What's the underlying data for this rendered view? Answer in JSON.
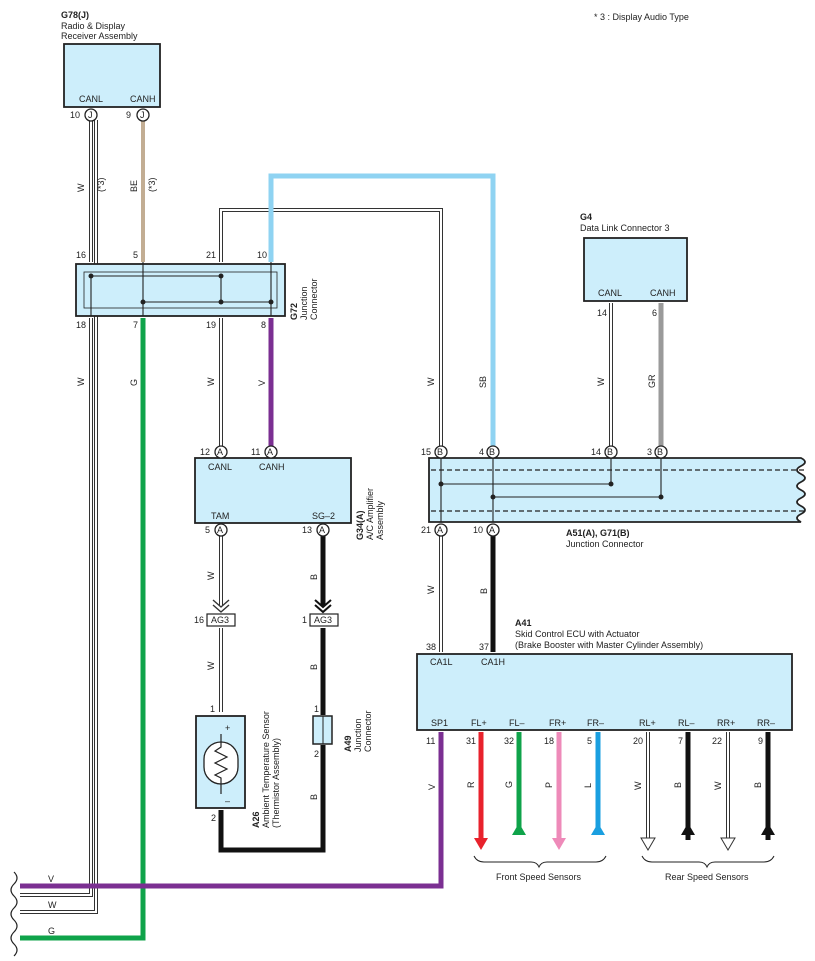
{
  "note": "* 3 : Display Audio Type",
  "components": {
    "g78": {
      "code": "G78(J)",
      "name1": "Radio & Display",
      "name2": "Receiver Assembly",
      "pin_canl": "CANL",
      "pin_canh": "CANH"
    },
    "g72": {
      "code": "G72",
      "name1": "Junction",
      "name2": "Connector"
    },
    "g4": {
      "code": "G4",
      "name1": "Data Link Connector 3",
      "pin_canl": "CANL",
      "pin_canh": "CANH"
    },
    "g34": {
      "code": "G34(A)",
      "name1": "A/C Amplifier",
      "name2": "Assembly",
      "pin_canl": "CANL",
      "pin_canh": "CANH",
      "pin_tam": "TAM",
      "pin_sg2": "SG–2"
    },
    "a51": {
      "code": "A51(A), G71(B)",
      "name1": "Junction Connector"
    },
    "a41": {
      "code": "A41",
      "name1": "Skid Control ECU with Actuator",
      "name2": "(Brake Booster with Master Cylinder Assembly)",
      "pins": [
        "CA1L",
        "CA1H",
        "SP1",
        "FL+",
        "FL–",
        "FR+",
        "FR–",
        "RL+",
        "RL–",
        "RR+",
        "RR–"
      ]
    },
    "a26": {
      "code": "A26",
      "name1": "Ambient Temperature Sensor",
      "name2": "(Thermistor Assembly)",
      "plus": "+",
      "minus": "–"
    },
    "a49": {
      "code": "A49",
      "name1": "Junction",
      "name2": "Connector"
    }
  },
  "connectors": {
    "ag3": "AG3",
    "j": "J",
    "a": "A",
    "b": "B"
  },
  "pin_numbers": {
    "g78_canl": "10",
    "g78_canh": "9",
    "g72_t16": "16",
    "g72_t5": "5",
    "g72_t21": "21",
    "g72_t10": "10",
    "g72_b18": "18",
    "g72_b7": "7",
    "g72_b19": "19",
    "g72_b8": "8",
    "g4_canl": "14",
    "g4_canh": "6",
    "g34_12": "12",
    "g34_11": "11",
    "g34_5": "5",
    "g34_13": "13",
    "a51_15": "15",
    "a51_4": "4",
    "a51_14": "14",
    "a51_3": "3",
    "a51_21": "21",
    "a51_10": "10",
    "ag3_16": "16",
    "ag3_1": "1",
    "a26_1": "1",
    "a26_2": "2",
    "a49_1": "1",
    "a49_2": "2",
    "a41_38": "38",
    "a41_37": "37",
    "a41_11": "11",
    "a41_31": "31",
    "a41_32": "32",
    "a41_18": "18",
    "a41_5": "5",
    "a41_20": "20",
    "a41_7": "7",
    "a41_22": "22",
    "a41_9": "9"
  },
  "wire_labels": {
    "w1": "W",
    "star1": "(*3)",
    "be": "BE",
    "star2": "(*3)",
    "w_g72_18": "W",
    "g_g72_7": "G",
    "w_g72_19": "W",
    "v_g72_8": "V",
    "w_a51_15": "W",
    "sb": "SB",
    "w_g4": "W",
    "gr": "GR",
    "w_tam": "W",
    "b_sg2": "B",
    "w_ag3": "W",
    "b_ag3": "B",
    "b_a49": "B",
    "w_a51_21": "W",
    "b_a51_10": "B",
    "v_sp1": "V",
    "r_fl": "R",
    "g_fl": "G",
    "p_fr": "P",
    "l_fr": "L",
    "w_rl": "W",
    "b_rl": "B",
    "w_rr": "W",
    "b_rr": "B",
    "bottom_v": "V",
    "bottom_w": "W",
    "bottom_g": "G"
  },
  "groups": {
    "front": "Front Speed Sensors",
    "rear": "Rear Speed Sensors"
  },
  "colors": {
    "box_fill": "#cdeefb",
    "wire_be": "#c2ad93",
    "wire_green": "#0fa34a",
    "wire_violet": "#7b2f92",
    "wire_sky": "#8fd3f2",
    "wire_gray": "#9a9a9a",
    "wire_black": "#111111",
    "wire_red": "#e8222c",
    "wire_pink": "#ee8ab9",
    "wire_blue": "#1a9fe0",
    "wire_white": "#ffffff"
  }
}
